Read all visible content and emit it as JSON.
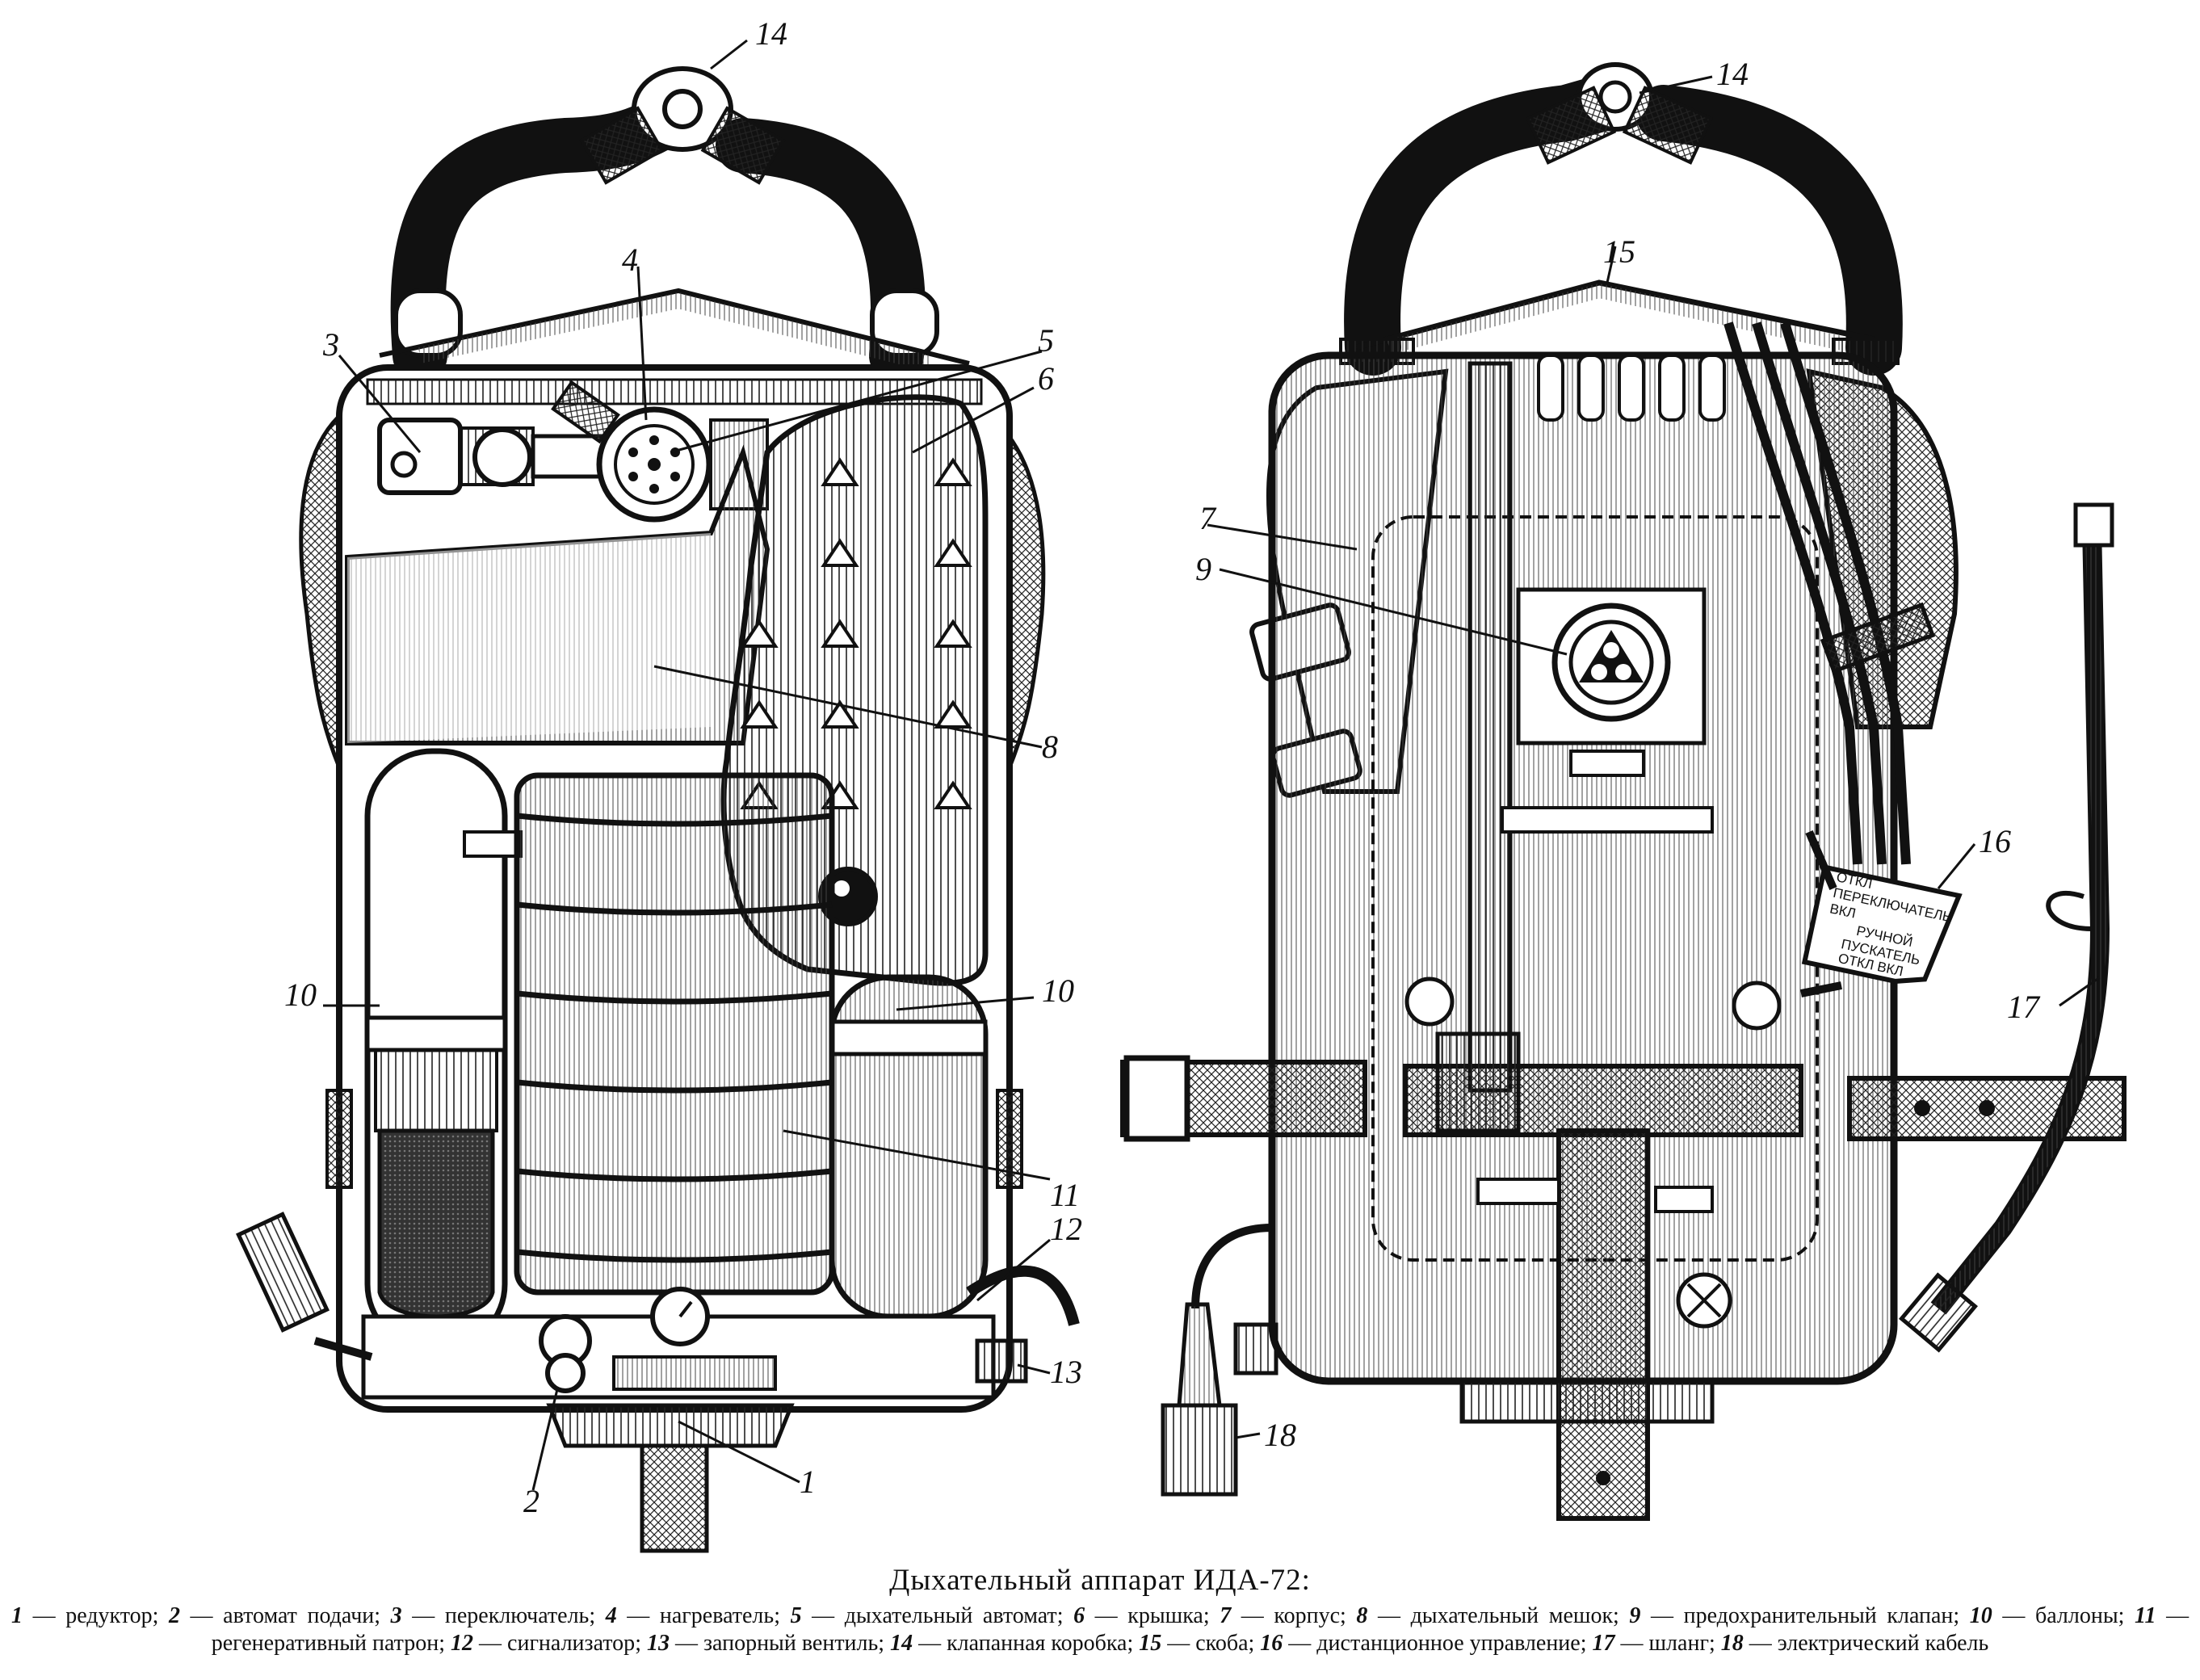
{
  "figure": {
    "callouts": {
      "left": [
        {
          "id": "14",
          "label": "14"
        },
        {
          "id": "4",
          "label": "4"
        },
        {
          "id": "3",
          "label": "3"
        },
        {
          "id": "5",
          "label": "5"
        },
        {
          "id": "6",
          "label": "6"
        },
        {
          "id": "8",
          "label": "8"
        },
        {
          "id": "10a",
          "label": "10"
        },
        {
          "id": "10b",
          "label": "10"
        },
        {
          "id": "11",
          "label": "11"
        },
        {
          "id": "12",
          "label": "12"
        },
        {
          "id": "13",
          "label": "13"
        },
        {
          "id": "2",
          "label": "2"
        },
        {
          "id": "1",
          "label": "1"
        }
      ],
      "right": [
        {
          "id": "14",
          "label": "14"
        },
        {
          "id": "15",
          "label": "15"
        },
        {
          "id": "7",
          "label": "7"
        },
        {
          "id": "9",
          "label": "9"
        },
        {
          "id": "16",
          "label": "16"
        },
        {
          "id": "17",
          "label": "17"
        },
        {
          "id": "18",
          "label": "18"
        }
      ]
    },
    "control_panel_lines": [
      "ОТКЛ",
      "ПЕРЕКЛЮЧАТЕЛЬ",
      "ВКЛ",
      "РУЧНОЙ",
      "ПУСКАТЕЛЬ",
      "ОТКЛ ВКЛ"
    ]
  },
  "caption": {
    "title": "Дыхательный аппарат ИДА-72:",
    "legend": [
      {
        "num": "1",
        "text": "редуктор"
      },
      {
        "num": "2",
        "text": "автомат подачи"
      },
      {
        "num": "3",
        "text": "переключатель"
      },
      {
        "num": "4",
        "text": "нагреватель"
      },
      {
        "num": "5",
        "text": "дыхательный автомат"
      },
      {
        "num": "6",
        "text": "крышка"
      },
      {
        "num": "7",
        "text": "корпус"
      },
      {
        "num": "8",
        "text": "дыхательный мешок"
      },
      {
        "num": "9",
        "text": "предохранительный клапан"
      },
      {
        "num": "10",
        "text": "баллоны"
      },
      {
        "num": "11",
        "text": "регенеративный патрон"
      },
      {
        "num": "12",
        "text": "сигнализатор"
      },
      {
        "num": "13",
        "text": "запорный вентиль"
      },
      {
        "num": "14",
        "text": "клапанная коробка"
      },
      {
        "num": "15",
        "text": "скоба"
      },
      {
        "num": "16",
        "text": "дистанционное управление"
      },
      {
        "num": "17",
        "text": "шланг"
      },
      {
        "num": "18",
        "text": "электрический кабель"
      }
    ]
  }
}
